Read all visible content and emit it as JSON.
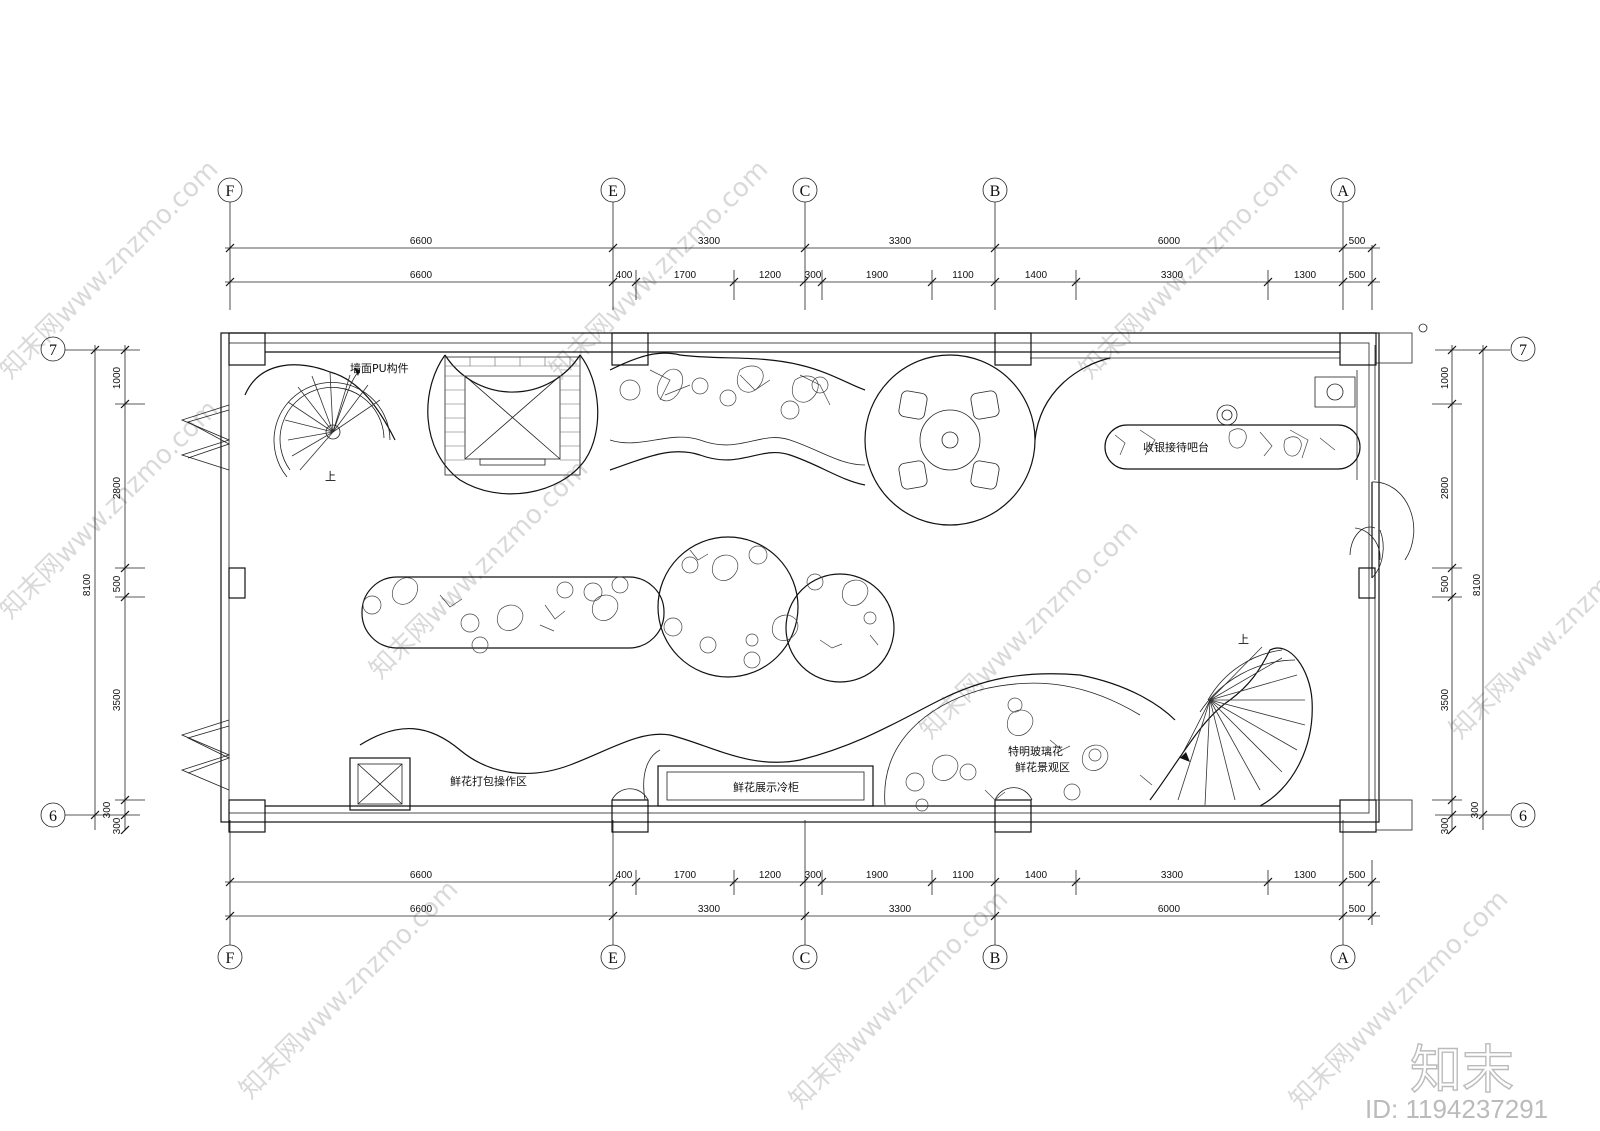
{
  "plan": {
    "grid_cols": [
      "F",
      "E",
      "C",
      "B",
      "A"
    ],
    "grid_rows": [
      "7",
      "6"
    ],
    "top_dims_outer": [
      "6600",
      "3300",
      "3300",
      "6000",
      "500"
    ],
    "top_dims_inner": [
      "6600",
      "400",
      "1700",
      "1200",
      "300",
      "1900",
      "1100",
      "1400",
      "3300",
      "1300",
      "500"
    ],
    "bottom_dims_inner": [
      "6600",
      "400",
      "1700",
      "1200",
      "300",
      "1900",
      "1100",
      "1400",
      "3300",
      "1300",
      "500"
    ],
    "bottom_dims_outer": [
      "6600",
      "3300",
      "3300",
      "6000",
      "500"
    ],
    "left_dims": [
      "1000",
      "2800",
      "500",
      "3500",
      "300",
      "300"
    ],
    "left_total": "8100",
    "right_dims": [
      "1000",
      "2800",
      "500",
      "3500",
      "300",
      "300"
    ],
    "right_total": "8100",
    "labels": {
      "wall_pu": "墙面PU构件",
      "cashier": "收银接待吧台",
      "packing": "鲜花打包操作区",
      "cooler": "鲜花展示冷柜",
      "glass_flower": "特明玻璃花",
      "landscape": "鲜花景观区",
      "up_left": "上",
      "up_right": "上"
    }
  },
  "watermark": {
    "text": "知末网www.znzmo.com",
    "logo": "知末",
    "id_text": "ID: 1194237291"
  }
}
